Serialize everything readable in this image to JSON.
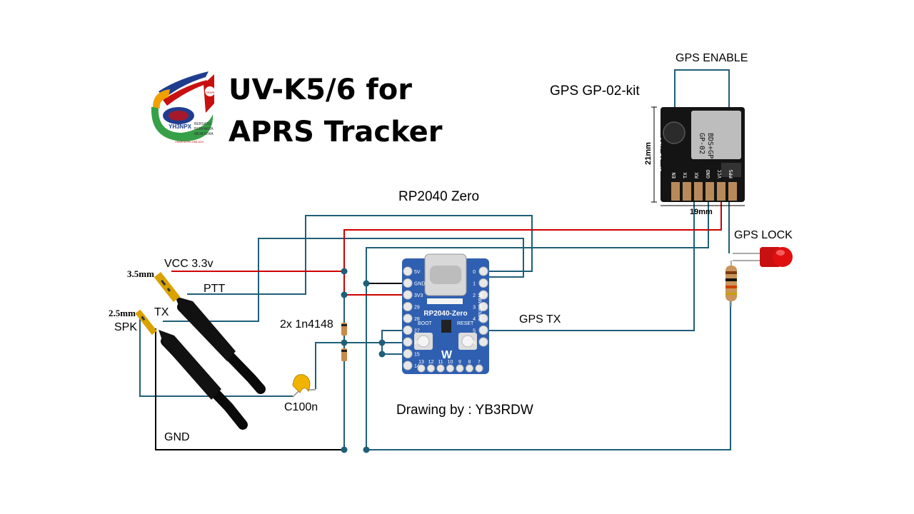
{
  "title": {
    "line1": "UV-K5/6 for",
    "line2": "APRS Tracker"
  },
  "logo": {
    "callsign": "YH3NPX",
    "org": "ORARI",
    "slogan1": "BERSATU",
    "slogan2": "BERKARYA",
    "slogan3": "MENDUNIA",
    "footer": "ORARI KEPRI 1988-2024"
  },
  "labels": {
    "gps_enable": "GPS ENABLE",
    "gps_module": "GPS GP-02-kit",
    "rp2040": "RP2040 Zero",
    "gps_lock": "GPS LOCK",
    "vcc": "VCC 3.3v",
    "ptt": "PTT",
    "tx": "TX",
    "spk": "SPK",
    "gps_tx": "GPS TX",
    "diodes": "2x 1n4148",
    "capacitor": "C100n",
    "gnd": "GND",
    "credit": "Drawing by : YB3RDW",
    "jack35": "3.5mm",
    "jack25": "2.5mm",
    "dim_h": "21mm",
    "dim_w": "19mm"
  },
  "gps_board": {
    "chip1": "BDS+GPS",
    "chip2": "GP-02",
    "side": "GP-02-Kit",
    "pins": [
      "EN",
      "TX",
      "RX",
      "GND",
      "VCC",
      "PPS"
    ]
  },
  "mcu_board": {
    "name": "RP2040-Zero",
    "brand": "Waveshare",
    "boot": "BOOT",
    "reset": "RESET",
    "left_pins": [
      "5V",
      "GND",
      "3V3",
      "29",
      "28",
      "27",
      "26",
      "15",
      "14"
    ],
    "right_pins": [
      "0",
      "1",
      "2",
      "3",
      "4",
      "5",
      "6"
    ],
    "bottom_pins": [
      "13",
      "12",
      "11",
      "10",
      "9",
      "8",
      "7"
    ]
  },
  "colors": {
    "wire_teal": "#1f5f78",
    "wire_red": "#cc0000",
    "wire_black": "#000000",
    "pcb_blue": "#2f5fb0",
    "gps_pcb": "#141414",
    "led_red": "#e01010"
  }
}
